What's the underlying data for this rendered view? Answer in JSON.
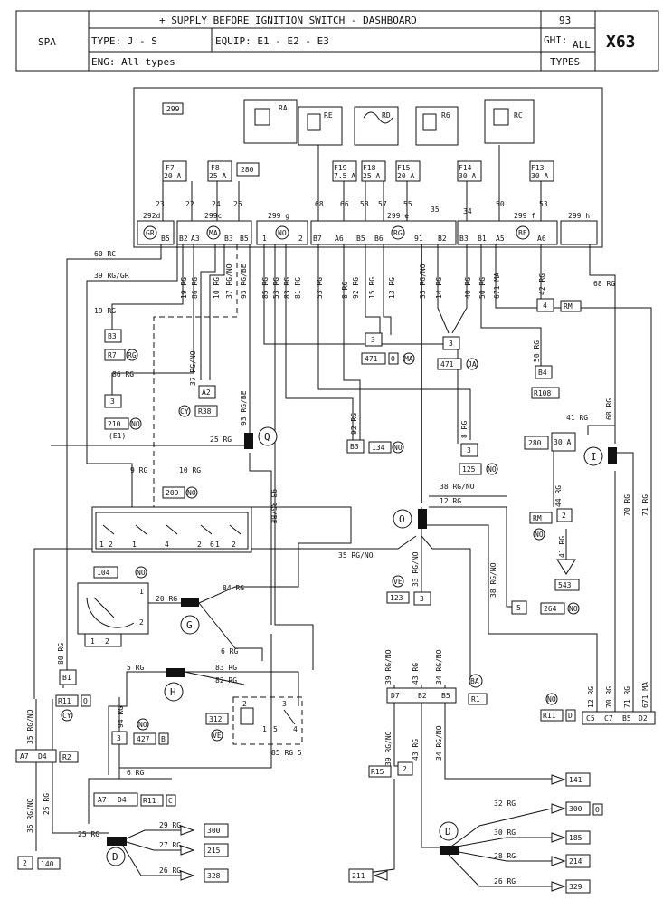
{
  "header": {
    "title": "+ SUPPLY BEFORE IGNITION SWITCH - DASHBOARD",
    "page": "93",
    "brand": "SPA",
    "code": "X63",
    "type": "TYPE: J - S",
    "equip": "EQUIP: E1 - E2 - E3",
    "ghi_label": "GHI:",
    "ghi_value": "ALL",
    "types": "TYPES",
    "eng": "ENG:  All types"
  },
  "fusebox": {
    "id": "299",
    "fuse_ids": [
      "F7",
      "F8",
      "F19",
      "F18",
      "F15",
      "F14",
      "F13"
    ],
    "fuse_ratings": [
      "20 A",
      "25 A",
      "7.5 A",
      "25 A",
      "20 A",
      "30 A",
      "30 A"
    ],
    "relay_ids": [
      "RA",
      "RE",
      "RD",
      "R6",
      "RC"
    ],
    "box_280": "280",
    "blocks": [
      "292d",
      "299c",
      "299 g",
      "299 e",
      "299 f",
      "299 h"
    ],
    "blocks_circled": [
      "GR",
      "MA",
      "NO",
      "RG",
      "BE"
    ],
    "pins": [
      "B5",
      "B2",
      "A3",
      "B3",
      "B5",
      "1",
      "2",
      "B7",
      "A6",
      "B5",
      "B6",
      "91",
      "B2",
      "B3",
      "B1",
      "A5",
      "A6"
    ],
    "internal_wires": [
      "23",
      "22",
      "24",
      "25",
      "68",
      "66",
      "58",
      "57",
      "55",
      "35",
      "34",
      "50",
      "53"
    ]
  },
  "wires": [
    "60 RC",
    "39 RG/GR",
    "19 RG",
    "86 RG",
    "10 RG",
    "37 RG/NO",
    "93 RG/BE",
    "85 RG",
    "53 RG",
    "83 RG",
    "81 RG",
    "53 RG",
    "8 RG",
    "92 RG",
    "15 RG",
    "13 RG",
    "33 RG/NO",
    "14 RG",
    "40 RG",
    "50 RG",
    "671 MA",
    "42 RG",
    "68 RG",
    "19 RG",
    "86 RG",
    "37 RG/NO",
    "93 RG/BE",
    "50 RG",
    "92 RG",
    "8 RG",
    "41 RG",
    "68 RG",
    "25 RG",
    "93 RG/BE",
    "9 RG",
    "10 RG",
    "38 RG/NO",
    "12 RG",
    "44 RG",
    "41 RG",
    "70 RG",
    "71 RG",
    "35 RG/NO",
    "33 RG/NO",
    "38 RG/NO",
    "84 RG",
    "20 RG",
    "6 RG",
    "80 RG",
    "5 RG",
    "83 RG",
    "82 RG",
    "94 RG",
    "85 RG 5",
    "35 RG/NO",
    "25 RG",
    "6 RG",
    "39 RG/NO",
    "43 RG",
    "34 RG/NO",
    "12 RG",
    "70 RG",
    "71 RG",
    "671 MA",
    "39 RG/NO",
    "43 RG",
    "34 RG/NO",
    "35 RG/NO",
    "25 RG",
    "29 RG",
    "27 RG",
    "26 RG",
    "32 RG",
    "30 RG",
    "28 RG",
    "26 RG"
  ],
  "components": [
    {
      "id": "B3",
      "name": "R7",
      "tag": "RG"
    },
    {
      "id": "3",
      "name": "210",
      "tag": "NO",
      "note": "(E1)"
    },
    {
      "id": "A2",
      "name": "R38",
      "tag": "CY"
    },
    {
      "id": "B3",
      "name": "134",
      "tag": "NO"
    },
    {
      "id": "3",
      "name": "471",
      "tag": "O",
      "tag2": "MA"
    },
    {
      "id": "3",
      "name": "471",
      "tag": "JA"
    },
    {
      "id": "B4",
      "name": "R108"
    },
    {
      "id": "4",
      "name": "RM"
    },
    {
      "id": "3",
      "name": "125",
      "tag": "NO"
    },
    {
      "id": "280",
      "rating": "30 A"
    },
    {
      "id": "209",
      "tag": "NO"
    },
    {
      "id": "2",
      "name": "RM",
      "tag": "NO"
    },
    {
      "id": "543"
    },
    {
      "id": "3",
      "name": "123",
      "tag": "VE"
    },
    {
      "id": "5",
      "name": "264",
      "tag": "NO"
    },
    {
      "id": "104",
      "tag": "NO"
    },
    {
      "id": "B1",
      "name": "R11",
      "tag": "O",
      "tag2": "CY"
    },
    {
      "id": "3",
      "name": "427",
      "tag": "NO",
      "tag2": "B"
    },
    {
      "id": "312",
      "tag": "VE"
    },
    {
      "id": "R1",
      "tag": "BA"
    },
    {
      "id": "R11",
      "tag": "NO",
      "tag2": "D"
    },
    {
      "id": "R2",
      "pins": [
        "A7",
        "D4"
      ]
    },
    {
      "id": "R11",
      "pins": [
        "A7",
        "D4"
      ],
      "tag": "C"
    },
    {
      "id": "2",
      "name": "R15"
    },
    {
      "id": "2",
      "name": "140"
    }
  ],
  "splices": [
    "Q",
    "I",
    "O",
    "G",
    "H",
    "D",
    "D"
  ],
  "connectors": {
    "r1_pins": [
      "D7",
      "B2",
      "B5"
    ],
    "c_pins": [
      "C5",
      "C7",
      "B5",
      "D2"
    ],
    "r2_pins": [
      "A7",
      "D4"
    ],
    "r11c_pins": [
      "A7",
      "D4"
    ]
  },
  "arrows": [
    "300",
    "215",
    "328",
    "211",
    "141",
    "300",
    "185",
    "214",
    "329",
    "543"
  ],
  "arrow_tags": [
    "O"
  ],
  "switch": {
    "pins": [
      "2",
      "1",
      "3",
      "5",
      "4"
    ],
    "labels": [
      "1",
      "2",
      "1",
      "2",
      "6",
      "1",
      "2",
      "4"
    ]
  },
  "comp104_pins": [
    "1",
    "2",
    "1",
    "2"
  ]
}
